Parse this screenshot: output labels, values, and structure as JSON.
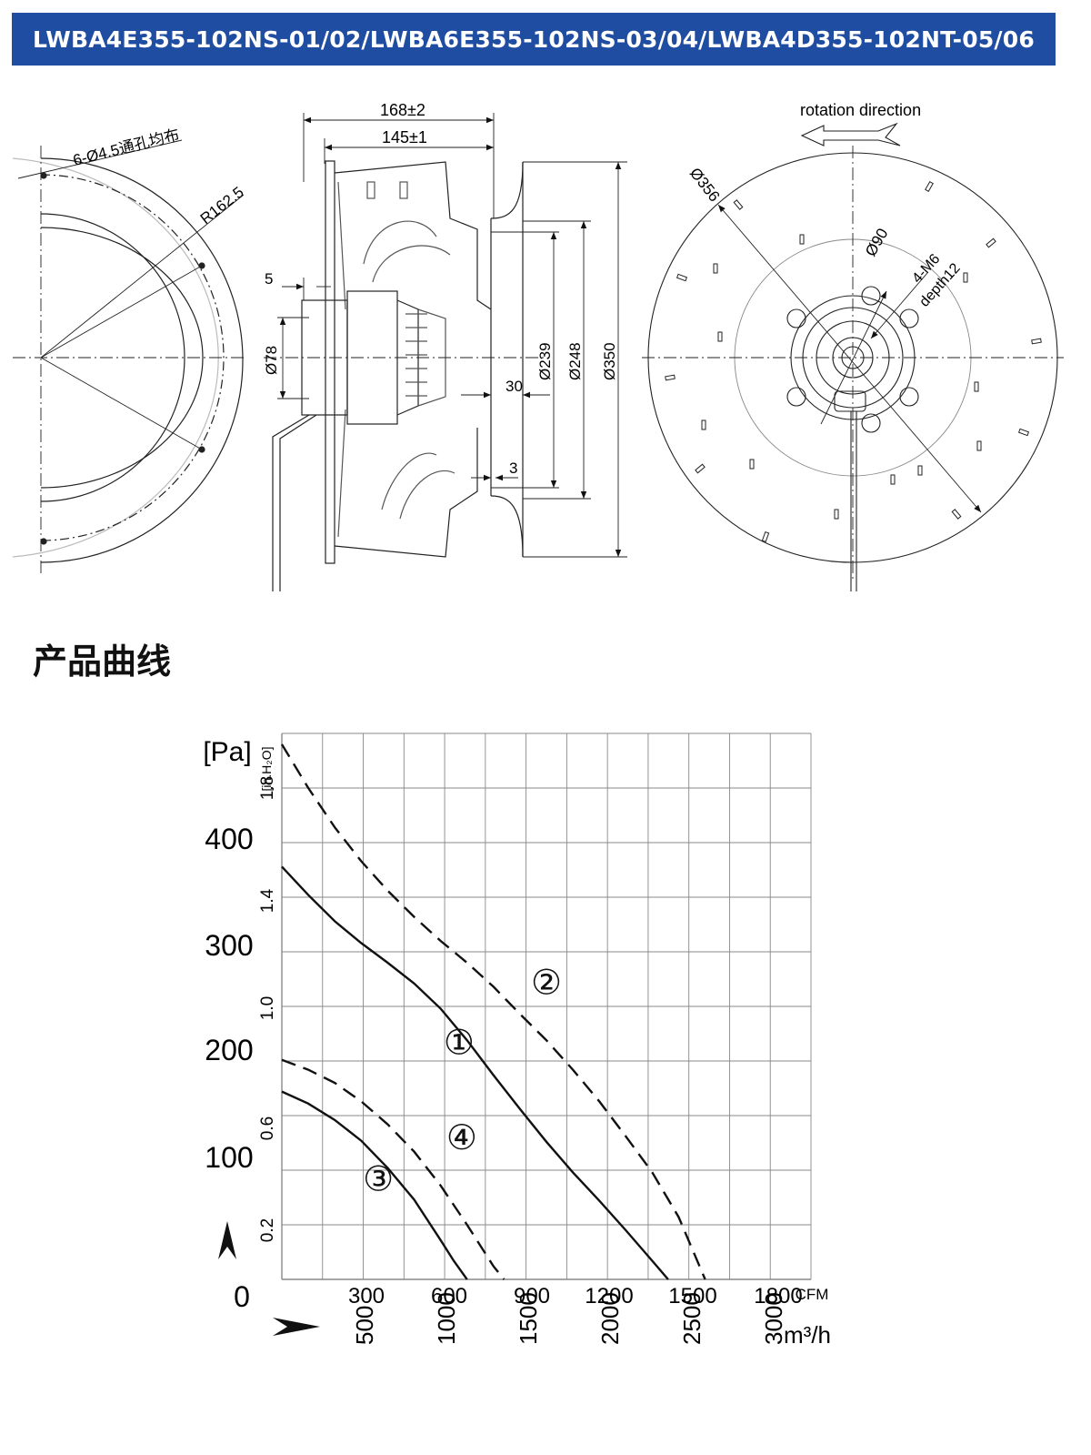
{
  "header": {
    "title": "LWBA4E355-102NS-01/02/LWBA6E355-102NS-03/04/LWBA4D355-102NT-05/06"
  },
  "drawing": {
    "holes_label": "6-Ø4.5通孔均布",
    "radius_label": "R162.5",
    "width_overall": "168±2",
    "width_inner": "145±1",
    "flange_offset": "5",
    "hub_diameter": "Ø78",
    "inlet_depth": "30",
    "gap": "3",
    "d239": "Ø239",
    "d248": "Ø248",
    "d350": "Ø350",
    "rotation_label": "rotation direction",
    "d356": "Ø356",
    "d90": "Ø90",
    "thread_label": "4-M6",
    "depth_label": "depth12"
  },
  "section": {
    "title": "产品曲线"
  },
  "chart_data": {
    "type": "line",
    "title": "",
    "ylabel": "[Pa]",
    "ylabel_secondary": "[in.H₂O]",
    "ylim": [
      0,
      500
    ],
    "y_ticks": [
      0,
      100,
      200,
      300,
      400
    ],
    "y_ticks_secondary": [
      "0.2",
      "0.6",
      "1.0",
      "1.4",
      "1.8"
    ],
    "xlim_cfm": [
      0,
      2000
    ],
    "x_ticks_cfm": [
      "300",
      "600",
      "900",
      "1200",
      "1500",
      "1800"
    ],
    "x_unit_cfm": "CFM",
    "x_ticks_m3h": [
      "500",
      "1000",
      "1500",
      "2000",
      "2500",
      "3000"
    ],
    "x_unit_m3h": "m³/h",
    "grid": true,
    "series": [
      {
        "name": "①",
        "style": "solid",
        "x": [
          0,
          100,
          200,
          300,
          400,
          500,
          600,
          700,
          800,
          900,
          1000,
          1100,
          1200,
          1300,
          1400,
          1460
        ],
        "y": [
          378,
          352,
          328,
          308,
          290,
          271,
          248,
          219,
          187,
          156,
          126,
          98,
          72,
          45,
          17,
          0
        ]
      },
      {
        "name": "②",
        "style": "dashed",
        "x": [
          0,
          100,
          200,
          300,
          400,
          500,
          600,
          700,
          800,
          900,
          1000,
          1100,
          1200,
          1300,
          1400,
          1500,
          1600
        ],
        "y": [
          490,
          450,
          414,
          383,
          356,
          332,
          310,
          290,
          268,
          243,
          219,
          192,
          163,
          131,
          98,
          57,
          0
        ]
      },
      {
        "name": "③",
        "style": "solid",
        "x": [
          0,
          100,
          200,
          300,
          400,
          500,
          600,
          650,
          700
        ],
        "y": [
          172,
          161,
          146,
          127,
          102,
          73,
          36,
          17,
          0
        ]
      },
      {
        "name": "④",
        "style": "dashed",
        "x": [
          0,
          100,
          200,
          300,
          400,
          500,
          600,
          700,
          800,
          840
        ],
        "y": [
          201,
          192,
          180,
          163,
          142,
          117,
          86,
          50,
          12,
          0
        ]
      }
    ]
  }
}
